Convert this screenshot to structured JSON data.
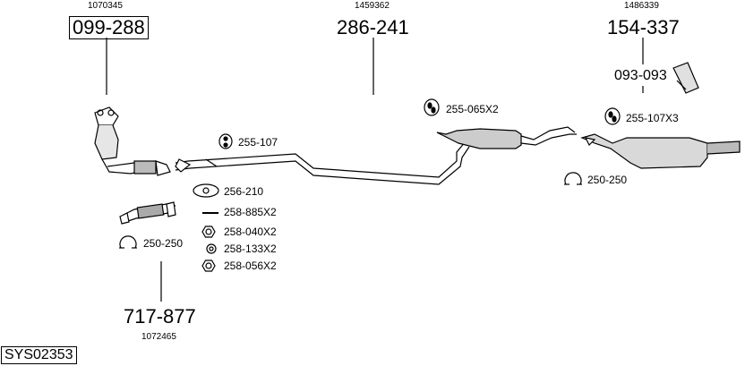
{
  "assembly": {
    "catalyst": {
      "ref": "1070345",
      "part": "099-288"
    },
    "center": {
      "ref": "1459362",
      "part": "286-241"
    },
    "rear": {
      "ref": "1486339",
      "part": "154-337"
    },
    "front_pipe": {
      "ref": "1072465",
      "part": "717-877"
    }
  },
  "parts": {
    "p093_093": "093-093",
    "p255_065": "255-065X2",
    "p255_107x3": "255-107X3",
    "p255_107": "255-107",
    "p256_210": "256-210",
    "p258_885": "258-885X2",
    "p258_040": "258-040X2",
    "p258_133": "258-133X2",
    "p258_056": "258-056X2",
    "p250_250_left": "250-250",
    "p250_250_right": "250-250"
  },
  "system_code": "SYS02353"
}
